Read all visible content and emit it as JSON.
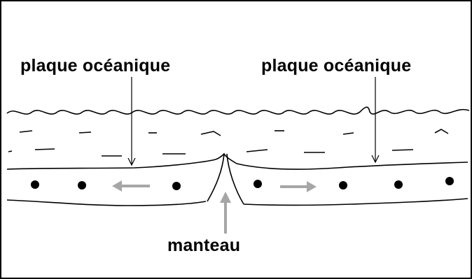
{
  "labels": {
    "left_plate": "plaque océanique",
    "right_plate": "plaque océanique",
    "mantle": "manteau"
  },
  "colors": {
    "ink": "#000000",
    "arrow_gray": "#a6a6a6",
    "background": "#ffffff"
  }
}
